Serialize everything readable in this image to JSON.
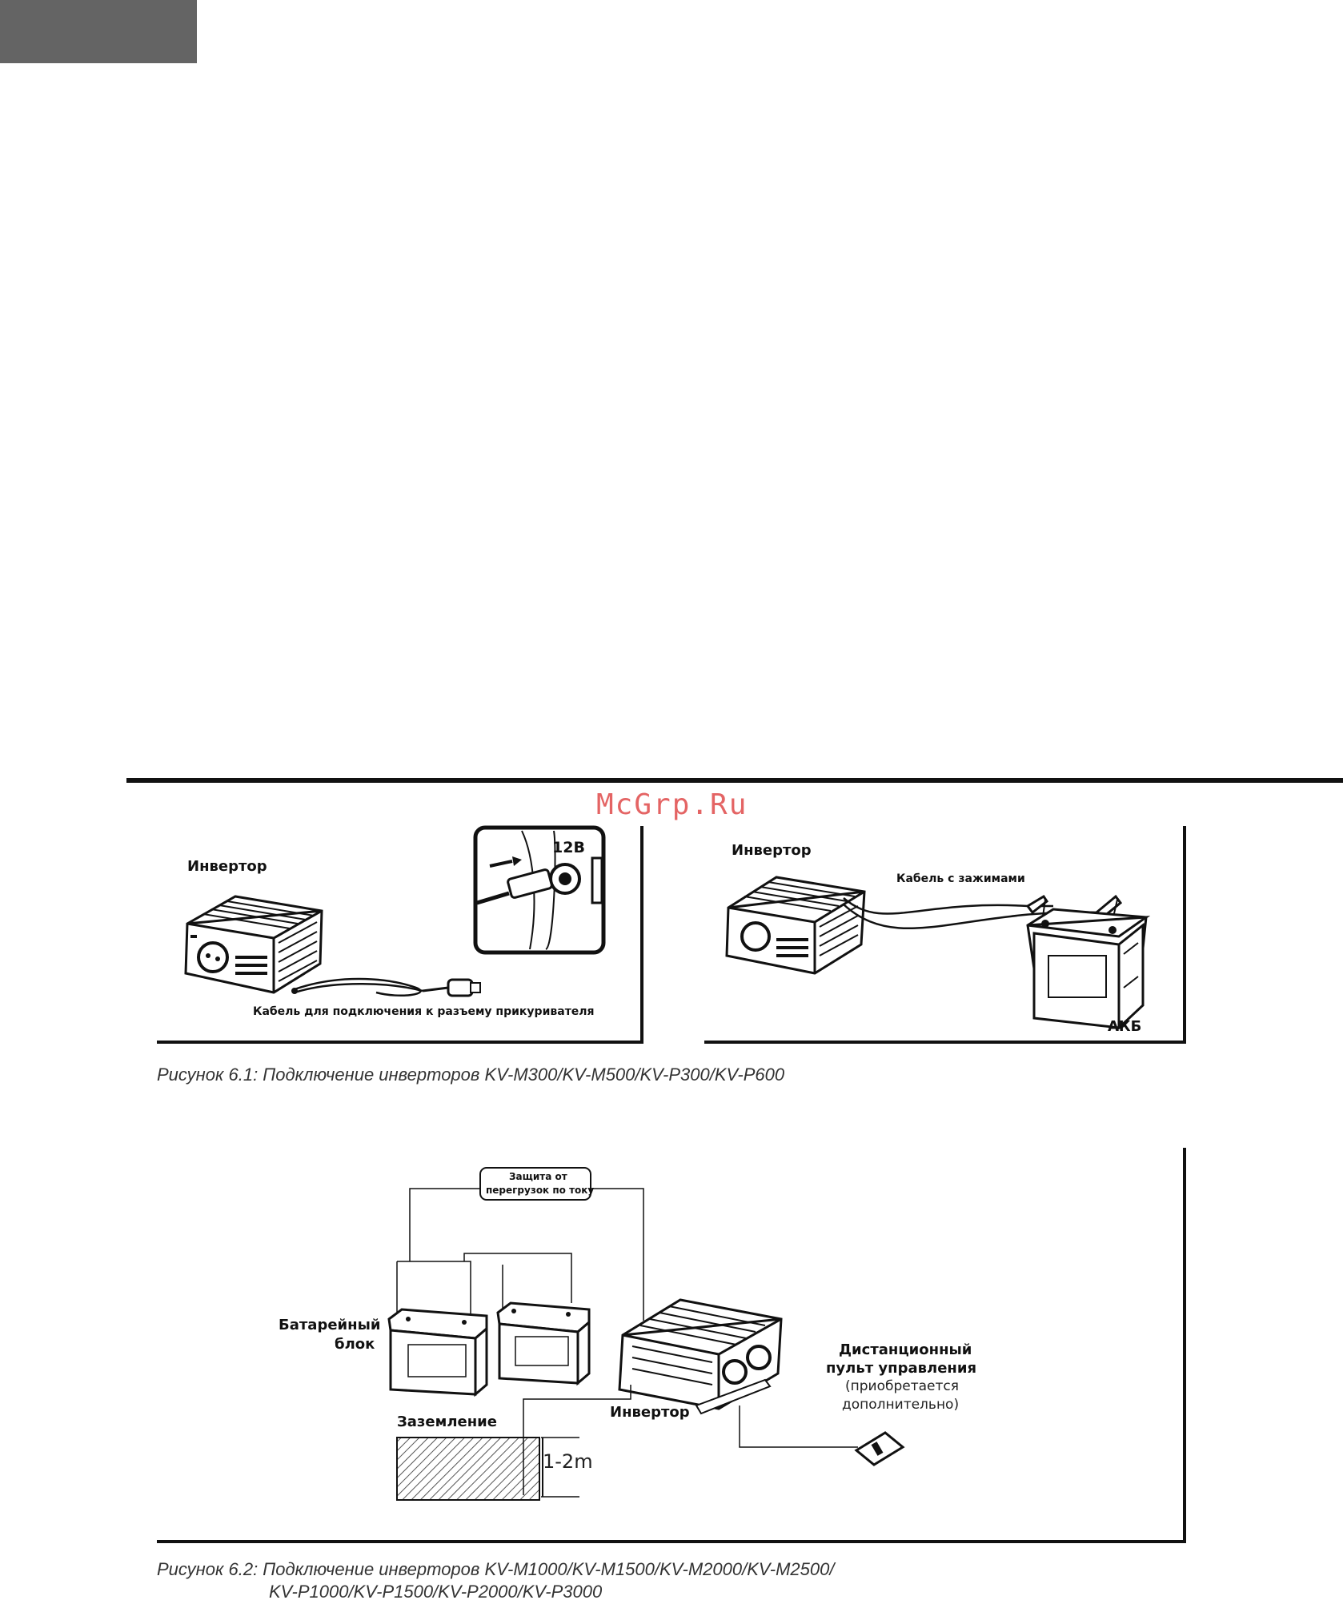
{
  "page": {
    "bg": "#ffffff",
    "tab_color": "#646464",
    "rule_color": "#111111"
  },
  "watermark": "McGrp.Ru",
  "figure1": {
    "left_panel": {
      "inverter_label": "Инвертор",
      "socket_label": "12В",
      "cable_label": "Кабель для подключения к разъему прикуривателя"
    },
    "right_panel": {
      "inverter_label": "Инвертор",
      "cable_label": "Кабель с зажимами",
      "battery_label": "АКБ"
    },
    "caption": "Рисунок 6.1:  Подключение инверторов KV-M300/KV-M500/KV-P300/KV-P600"
  },
  "figure2": {
    "fuse_label_1": "Защита от",
    "fuse_label_2": "перегрузок по току",
    "battery_label_1": "Батарейный",
    "battery_label_2": "блок",
    "ground_label": "Заземление",
    "depth_label": "1-2m",
    "inverter_label": "Инвертор",
    "remote_label_1": "Дистанционный",
    "remote_label_2": "пульт управления",
    "remote_label_3": "(приобретается",
    "remote_label_4": "дополнительно)",
    "caption_line1": "Рисунок 6.2:  Подключение инверторов KV-M1000/KV-M1500/KV-M2000/KV-M2500/",
    "caption_line2": "KV-P1000/KV-P1500/KV-P2000/KV-P3000"
  }
}
